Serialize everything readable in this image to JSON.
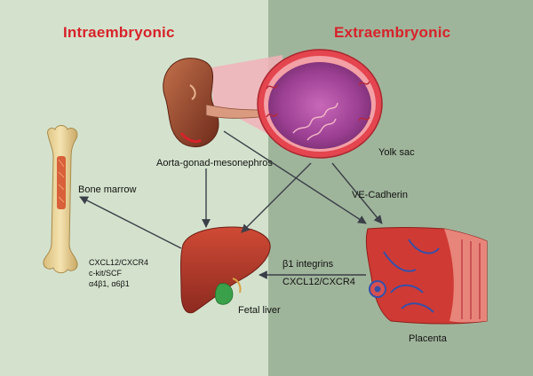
{
  "regions": {
    "left": "Intraembryonic",
    "right": "Extraembryonic"
  },
  "labels": {
    "agm": "Aorta-gonad-mesonephros",
    "yolk_sac": "Yolk sac",
    "bone_marrow": "Bone marrow",
    "fetal_liver": "Fetal liver",
    "placenta": "Placenta",
    "ve_cadherin": "VE-Cadherin",
    "b1_integrins": "β1 integrins",
    "cxcl12_placenta": "CXCL12/CXCR4"
  },
  "bone_marrow_factors": [
    "CXCL12/CXCR4",
    "c-kit/SCF",
    "α4β1, α6β1"
  ],
  "colors": {
    "left_bg": "#d4e2cd",
    "right_bg": "#9fb59b",
    "header": "#d8222a",
    "arrow": "#3b3f48",
    "liver": "#b83a2c",
    "yolk_sac": "#a64aa0",
    "bone": "#e9d39b",
    "placenta": "#d03a34"
  },
  "icons": [
    "kidney-icon",
    "yolk-sac-icon",
    "bone-icon",
    "liver-icon",
    "placenta-icon"
  ]
}
